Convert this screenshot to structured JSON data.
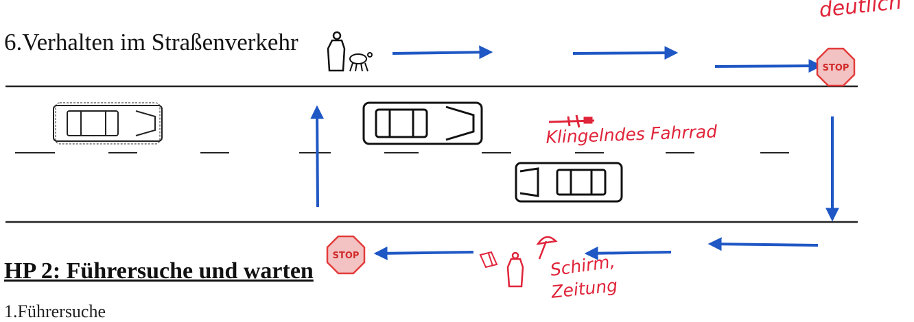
{
  "heading": "6.Verhalten im Straßenverkehr",
  "annotations": {
    "deutlich": "deutlich",
    "bell": "Klingelndes Fahrrad",
    "umbrella_line1": "Schirm,",
    "umbrella_line2": "Zeitung"
  },
  "stop_sign_text": "STOP",
  "section": {
    "title": "HP 2: Führersuche und warten",
    "subtitle": "1.Führersuche"
  },
  "colors": {
    "ink": "#141414",
    "marker_blue": "#1f57c4",
    "marker_red": "#e0243a",
    "stop_red": "#e33b3b"
  },
  "icons": [
    "person-icon",
    "dog-icon",
    "car-icon",
    "bicycle-icon",
    "umbrella-icon",
    "newspaper-icon",
    "stop-sign-icon",
    "arrow-icon"
  ]
}
